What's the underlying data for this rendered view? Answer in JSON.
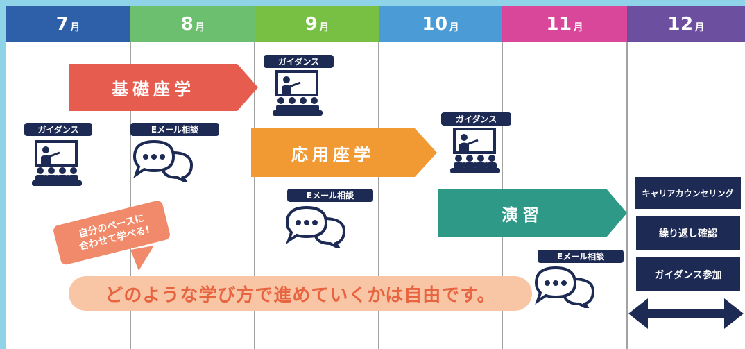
{
  "months": [
    {
      "num": "7",
      "unit": "月",
      "color": "#2e5fa9"
    },
    {
      "num": "8",
      "unit": "月",
      "color": "#6bbf6f"
    },
    {
      "num": "9",
      "unit": "月",
      "color": "#78c044"
    },
    {
      "num": "10",
      "unit": "月",
      "color": "#4a9bd6"
    },
    {
      "num": "11",
      "unit": "月",
      "color": "#d9479b"
    },
    {
      "num": "12",
      "unit": "月",
      "color": "#6d4fa0"
    }
  ],
  "phases": {
    "basic": {
      "label": "基礎座学",
      "color": "#e65c4f"
    },
    "applied": {
      "label": "応用座学",
      "color": "#f19a33"
    },
    "practice": {
      "label": "演習",
      "color": "#2f9988"
    }
  },
  "tags": {
    "guidance": "ガイダンス",
    "email": "Eメール相談"
  },
  "icons": {
    "lecture": "lecture-icon",
    "chat": "chat-bubbles-icon"
  },
  "bubble": {
    "line1": "自分のペースに",
    "line2": "合わせて学べる!",
    "color": "#f18a6a"
  },
  "banner": {
    "text": "どのような学び方で進めていくかは自由です。"
  },
  "december": {
    "items": [
      "キャリアカウンセリング",
      "繰り返し確認",
      "ガイダンス参加"
    ],
    "arrow_color": "#1d2a54"
  },
  "colors": {
    "navy": "#1d2a54",
    "frame": "#8fd3e8",
    "gridline": "#a3a3a3"
  }
}
